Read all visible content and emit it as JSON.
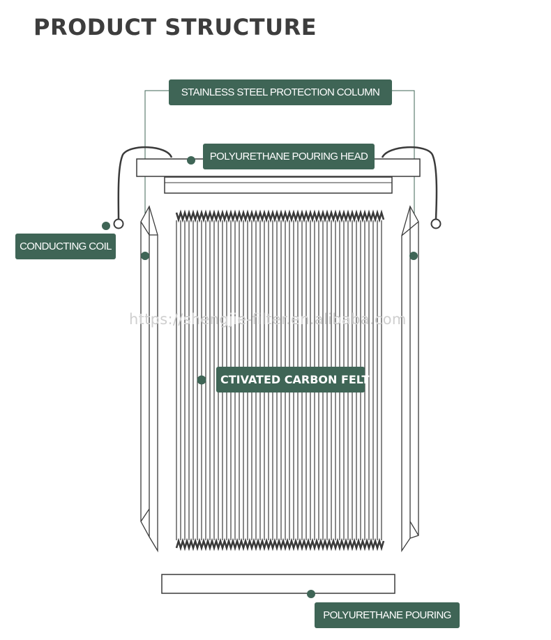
{
  "title": "PRODUCT STRUCTURE",
  "labels": {
    "protection_column": "STAINLESS STEEL PROTECTION COLUMN",
    "pouring_head": "POLYURETHANE POURING HEAD",
    "conducting_coil": "CONDUCTING COIL",
    "carbon_felt": "CTIVATED CARBON FELT",
    "pouring": "POLYURETHANE POURING"
  },
  "watermark": "https://shengjie-filter.en.alibaba.com",
  "colors": {
    "label_bg": "#3f6556",
    "label_text": "#ffffff",
    "outline": "#3a3a3a",
    "leader_line": "#3f6556",
    "title": "#3d3d3d",
    "watermark": "#cfcfcf"
  }
}
